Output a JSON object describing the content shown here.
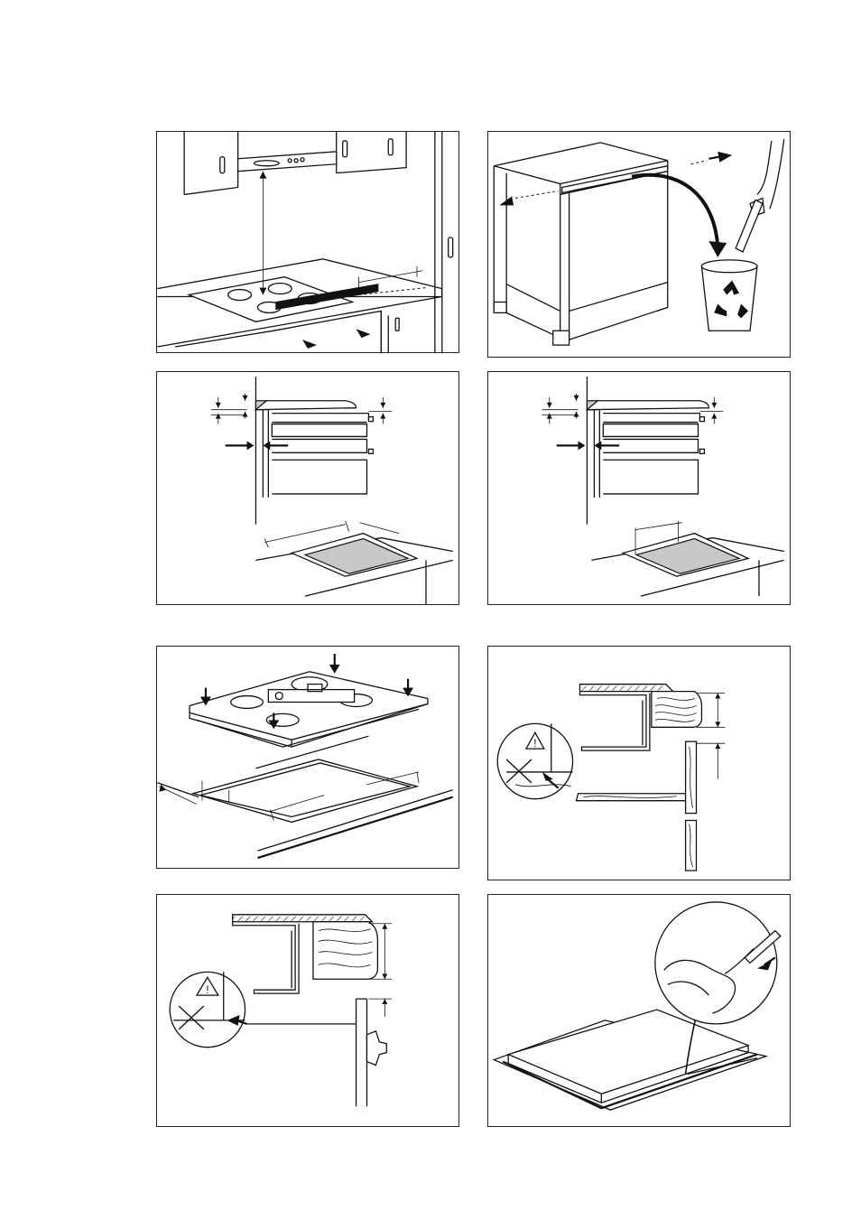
{
  "page": {
    "figures": [
      {
        "id": "fig1",
        "icons": [
          "kitchen-unit-icon",
          "hood-icon",
          "hob-icon",
          "arrow-icon"
        ]
      },
      {
        "id": "fig2",
        "icons": [
          "cabinet-frame-icon",
          "arrow-icon",
          "recycle-bin-icon",
          "hand-icon"
        ]
      },
      {
        "id": "fig3",
        "icons": [
          "worktop-section-icon",
          "drawer-icon",
          "cutout-icon"
        ]
      },
      {
        "id": "fig4",
        "icons": [
          "worktop-section-icon",
          "drawer-icon",
          "cutout-icon"
        ]
      },
      {
        "id": "fig5",
        "icons": [
          "hob-icon",
          "arrow-icon",
          "bracket-icon",
          "cutout-icon"
        ]
      },
      {
        "id": "fig6",
        "icons": [
          "worktop-section-icon",
          "warning-icon",
          "wood-grain-icon"
        ]
      },
      {
        "id": "fig7",
        "icons": [
          "worktop-section-icon",
          "warning-icon",
          "wood-grain-icon",
          "door-knob-icon"
        ]
      },
      {
        "id": "fig8",
        "icons": [
          "hob-icon",
          "hand-icon",
          "sealant-icon"
        ]
      }
    ],
    "warning_symbol": "!"
  }
}
